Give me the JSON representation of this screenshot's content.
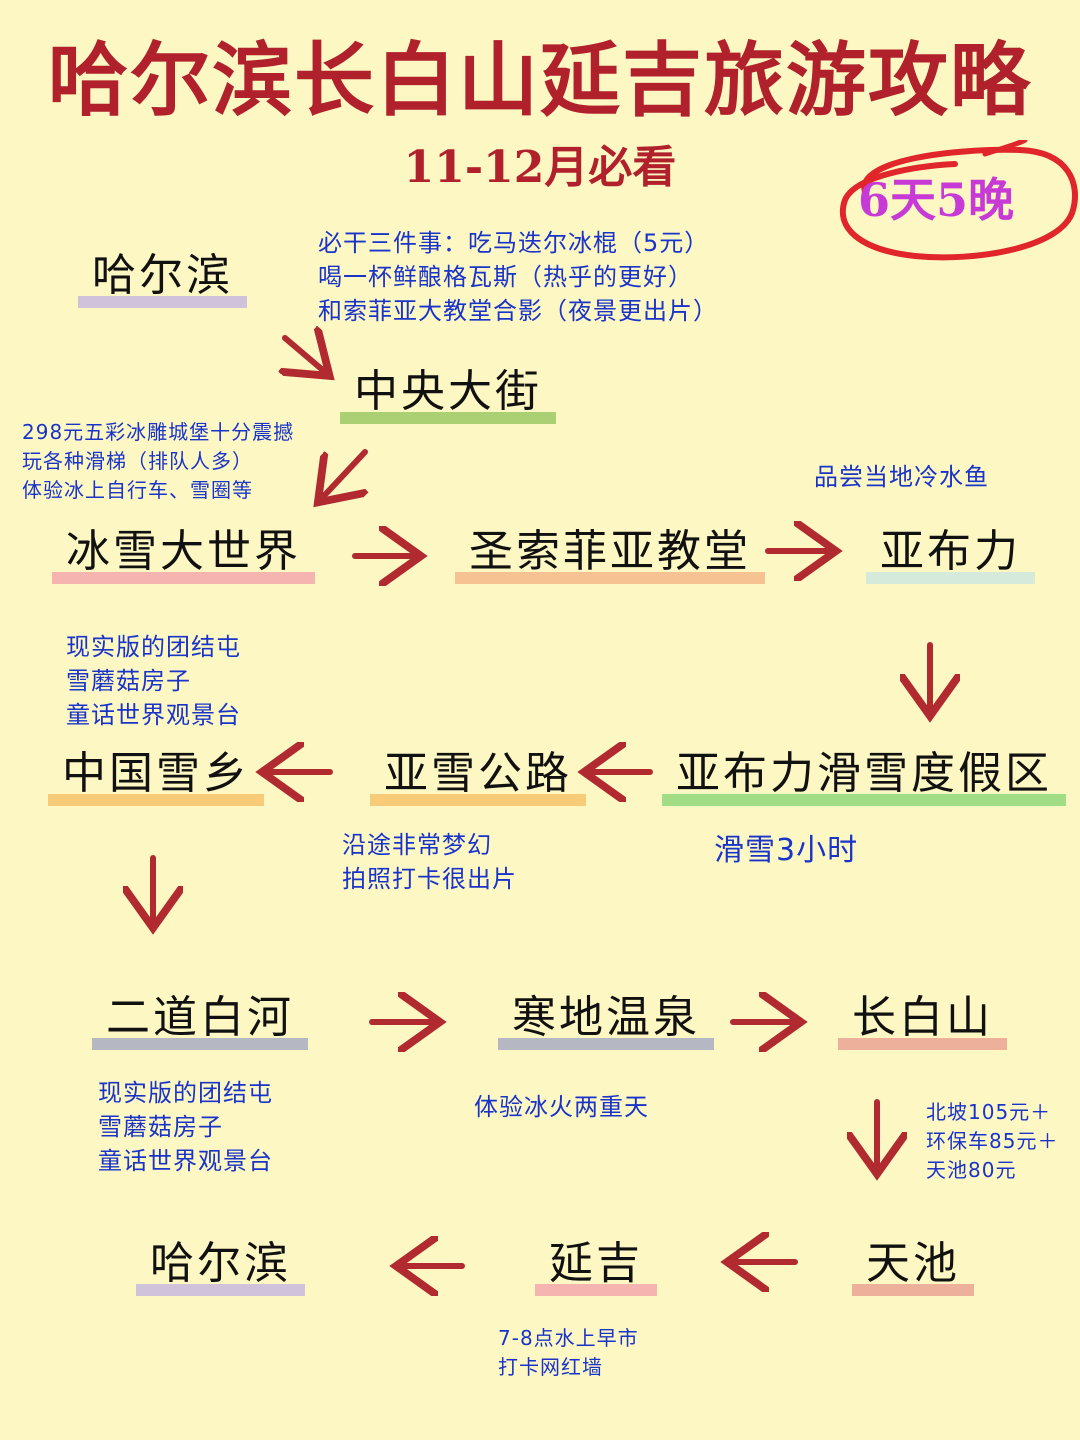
{
  "title": "哈尔滨长白山延吉旅游攻略",
  "subtitle": "11-12月必看",
  "badge": "6天5晚",
  "colors": {
    "title": "#b0212c",
    "note": "#1a34c9",
    "arrow": "#b02a30",
    "badge": "#c73ad6",
    "circle": "#e0262b"
  },
  "nodes": {
    "harbin_start": "哈尔滨",
    "central_street": "中央大街",
    "ice_snow_world": "冰雪大世界",
    "st_sophia": "圣索菲亚教堂",
    "yabuli": "亚布力",
    "china_snow_town": "中国雪乡",
    "yaxue_highway": "亚雪公路",
    "yabuli_ski": "亚布力滑雪度假区",
    "erdaobaihe": "二道白河",
    "hot_spring": "寒地温泉",
    "changbai": "长白山",
    "harbin_end": "哈尔滨",
    "yanji": "延吉",
    "tianchi": "天池"
  },
  "notes": {
    "harbin": [
      "必干三件事：吃马迭尔冰棍（5元）",
      "喝一杯鲜酿格瓦斯（热乎的更好）",
      "和索菲亚大教堂合影（夜景更出片）"
    ],
    "ice_world": [
      "298元五彩冰雕城堡十分震撼",
      "玩各种滑梯（排队人多）",
      "体验冰上自行车、雪圈等"
    ],
    "yabuli": [
      "品尝当地冷水鱼"
    ],
    "snow_town": [
      "现实版的团结屯",
      "雪蘑菇房子",
      "童话世界观景台"
    ],
    "highway": [
      "沿途非常梦幻",
      "拍照打卡很出片"
    ],
    "ski": [
      "滑雪3小时"
    ],
    "erdaobaihe": [
      "现实版的团结屯",
      "雪蘑菇房子",
      "童话世界观景台"
    ],
    "hot_spring": [
      "体验冰火两重天"
    ],
    "changbai": [
      "北坡105元＋",
      "环保车85元＋",
      "天池80元"
    ],
    "yanji": [
      "7-8点水上早市",
      "打卡网红墙"
    ]
  }
}
